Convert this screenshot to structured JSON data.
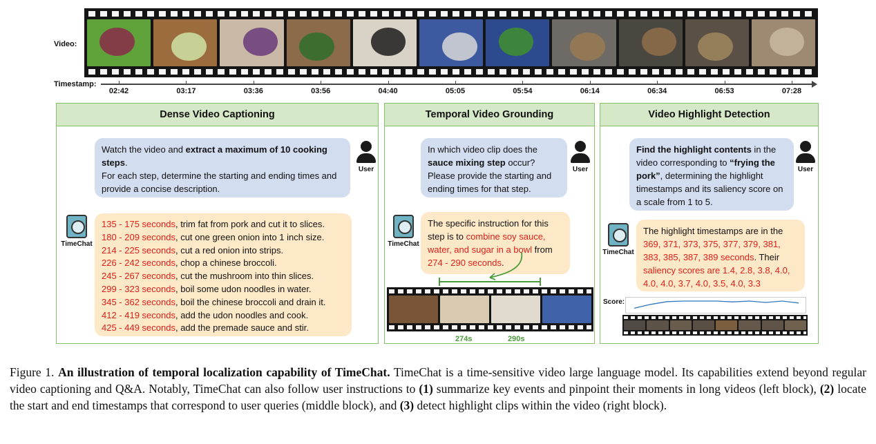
{
  "figure": {
    "video_label": "Video:",
    "timestamp_label": "Timestamp:",
    "timestamps": [
      "02:42",
      "03:17",
      "03:36",
      "03:56",
      "04:40",
      "05:05",
      "05:54",
      "06:14",
      "06:34",
      "06:53",
      "07:28"
    ],
    "frame_colors": [
      [
        "#5fa23a",
        "#8a2c4a"
      ],
      [
        "#9c6b3e",
        "#cfe3a6"
      ],
      [
        "#c9b9a6",
        "#6a3a7a"
      ],
      [
        "#8b6b4a",
        "#2f6e2a"
      ],
      [
        "#d9d2c6",
        "#1d1d1d"
      ],
      [
        "#3d5aa0",
        "#d8d8d8"
      ],
      [
        "#2e4a8e",
        "#3f8f2e"
      ],
      [
        "#6e6a66",
        "#9a7a54"
      ],
      [
        "#4a4640",
        "#8e6e4a"
      ],
      [
        "#5a5046",
        "#a0865e"
      ],
      [
        "#9e8a72",
        "#c8b8a0"
      ]
    ]
  },
  "panels": [
    {
      "title": "Dense Video Captioning",
      "user_text_parts": [
        {
          "text": "Watch the video and ",
          "style": ""
        },
        {
          "text": "extract a maximum of 10 cooking steps",
          "style": "b"
        },
        {
          "text": ".",
          "style": ""
        },
        {
          "br": true
        },
        {
          "text": "For each step, determine the starting and ending times and provide a concise description.",
          "style": ""
        }
      ],
      "user_label": "User",
      "bot_label": "TimeChat",
      "steps": [
        {
          "time": "135 - 175 seconds",
          "desc": ", trim fat from pork and cut it to slices."
        },
        {
          "time": "180 - 209 seconds",
          "desc": ", cut one green onion into 1 inch size."
        },
        {
          "time": "214 - 225 seconds",
          "desc": ", cut a red onion into strips."
        },
        {
          "time": "226 - 242 seconds",
          "desc": ", chop a chinese broccoli."
        },
        {
          "time": "245 - 267 seconds",
          "desc": ", cut the mushroom into thin slices."
        },
        {
          "time": "299 - 323 seconds",
          "desc": ", boil some udon noodles in water."
        },
        {
          "time": "345 - 362 seconds",
          "desc": ", boil the chinese broccoli and drain it."
        },
        {
          "time": "412 - 419 seconds",
          "desc": ", add the udon noodles and cook."
        },
        {
          "time": "425 - 449 seconds",
          "desc": ", add the premade sauce and stir."
        }
      ]
    },
    {
      "title": "Temporal Video Grounding",
      "user_text_parts": [
        {
          "text": "In which video clip does the ",
          "style": ""
        },
        {
          "text": "sauce mixing step",
          "style": "b"
        },
        {
          "text": " occur? Please provide the starting and ending times for that step.",
          "style": ""
        }
      ],
      "user_label": "User",
      "bot_label": "TimeChat",
      "answer_parts": [
        {
          "text": "The specific instruction for this step is to ",
          "style": ""
        },
        {
          "text": "combine soy sauce, water, and sugar in a bowl",
          "style": "red"
        },
        {
          "text": " from ",
          "style": ""
        },
        {
          "text": "274 - 290 seconds",
          "style": "red"
        },
        {
          "text": ".",
          "style": ""
        }
      ],
      "start_label": "274s",
      "end_label": "290s",
      "clip_colors": [
        "#7a5638",
        "#d8cbb2",
        "#e1dbcf",
        "#3f62a8"
      ]
    },
    {
      "title": "Video Highlight Detection",
      "user_text_parts": [
        {
          "text": "Find the highlight contents",
          "style": "b"
        },
        {
          "text": " in the video corresponding to ",
          "style": ""
        },
        {
          "text": "“frying the pork”",
          "style": "b"
        },
        {
          "text": ", determining the highlight timestamps and its saliency score on a scale from 1 to 5.",
          "style": ""
        }
      ],
      "user_label": "User",
      "bot_label": "TimeChat",
      "answer_parts": [
        {
          "text": "The highlight timestamps are in the ",
          "style": ""
        },
        {
          "text": "369, 371, 373, 375, 377, 379, 381, 383, 385, 387, 389 seconds",
          "style": "red"
        },
        {
          "text": ". Their ",
          "style": ""
        },
        {
          "text": "saliency scores are 1.4, 2.8, 3.8, 4.0, 4.0, 4.0, 3.7, 4.0, 3.5, 4.0, 3.3",
          "style": "red"
        }
      ],
      "score_label": "Score:",
      "saliency_scores": [
        1.4,
        2.8,
        3.8,
        4.0,
        4.0,
        4.0,
        3.7,
        4.0,
        3.5,
        4.0,
        3.3
      ],
      "clip_colors": [
        "#4f4a44",
        "#5c5248",
        "#6a5c4c",
        "#5a4f44",
        "#7a5e3e",
        "#65584a",
        "#5f5347",
        "#70604e"
      ]
    }
  ],
  "caption": {
    "prefix": "Figure 1. ",
    "bold_title": "An illustration of temporal localization capability of TimeChat.",
    "body_parts": [
      {
        "text": " TimeChat is a time-sensitive video large language model. Its capabilities extend beyond regular video captioning and Q&A. Notably, TimeChat can also follow user instructions to ",
        "style": ""
      },
      {
        "text": "(1)",
        "style": "b"
      },
      {
        "text": " summarize key events and pinpoint their moments in long videos (left block), ",
        "style": ""
      },
      {
        "text": "(2)",
        "style": "b"
      },
      {
        "text": " locate the start and end timestamps that correspond to user queries (middle block), and ",
        "style": ""
      },
      {
        "text": "(3)",
        "style": "b"
      },
      {
        "text": " detect highlight clips within the video (right block).",
        "style": ""
      }
    ]
  }
}
